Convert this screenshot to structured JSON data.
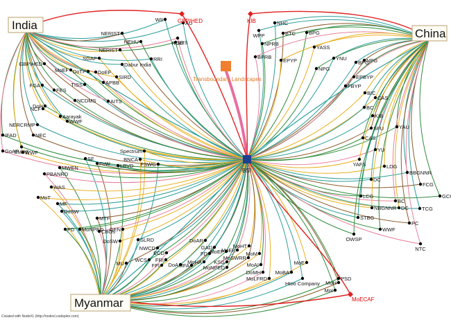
{
  "regions": {
    "india": "India",
    "china": "China",
    "myanmar": "Myanmar"
  },
  "hub": "BSI",
  "special": {
    "gbpihed": "GBPIHED",
    "kib_top": "KIB",
    "moecaf": "MoECAF",
    "transboundary": "Transboundary Landscapes"
  },
  "footer": "Created with NodeXL (http://nodexl.codeplex.com)",
  "colors": {
    "teal": "#2a9d9a",
    "green": "#2e8b3a",
    "gold": "#e8b020",
    "brown": "#8b5a2b",
    "pink": "#e87f9b",
    "red": "#e02020",
    "hub": "#1f3f8f",
    "transboundary": "#f08030"
  },
  "nodes": {
    "india": [
      "WII",
      "AU",
      "NERIST",
      "NEHU",
      "IIRS",
      "RGU",
      "NERIST",
      "SGAP",
      "Dabur India",
      "RRI",
      "GBPIHED",
      "MoEF",
      "DoTP",
      "DoEF",
      "APBB",
      "SIRD",
      "TISS",
      "FGA",
      "FES",
      "DoH",
      "NCDMS",
      "AITS",
      "NCF",
      "Aarayak",
      "WWF",
      "NERCRMP",
      "NEC",
      "IFAD",
      "SMPB",
      "GoAP",
      "WWF"
    ],
    "china": [
      "NHC",
      "WPP",
      "BTC",
      "BPG",
      "NPRB",
      "BPRB",
      "YASS",
      "EPYP",
      "YNU",
      "BPG",
      "NPG",
      "NPG",
      "EPBYP",
      "FBYP",
      "BIC",
      "CAS",
      "BC",
      "KIB",
      "SFU",
      "YAU",
      "CAS",
      "YU",
      "YAFS",
      "LDG",
      "BBGNNR",
      "DC",
      "FCG",
      "GCG",
      "LCG",
      "BC",
      "NBGNNR",
      "DC",
      "TCG",
      "STBG",
      "PC",
      "WWF",
      "OWSP",
      "NTC"
    ],
    "myanmar": [
      "Spectrum",
      "BNCA",
      "FSWG",
      "SF",
      "FoW",
      "LBVD",
      "MWEN",
      "PBANRD",
      "WAS",
      "MoT",
      "MF",
      "DoSW",
      "MTF",
      "PD",
      "MoNPED",
      "CBOs",
      "GEN",
      "DoSW",
      "SLRD",
      "NWCD",
      "MU",
      "WCS",
      "FRI",
      "ECD",
      "FFI",
      "DoA",
      "MFA",
      "DoAR",
      "GAD",
      "FD",
      "MoEP",
      "MoEF",
      "MoHT",
      "MoM",
      "MoHA",
      "KSG",
      "MoSWRR",
      "MoNPED",
      "MoAI",
      "DoMH",
      "MoE",
      "MoLFRD",
      "MoBA",
      "Htoo Company",
      "MoH",
      "PSD",
      "MoI"
    ]
  }
}
